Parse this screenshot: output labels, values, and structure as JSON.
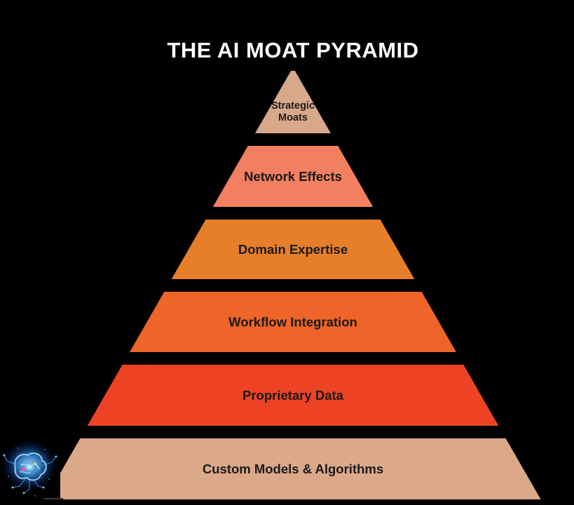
{
  "title": "THE AI MOAT PYRAMID",
  "tiers": [
    {
      "label_lines": [
        "Strategic",
        "Moats"
      ],
      "color": "#D8A88A"
    },
    {
      "label_lines": [
        "Network Effects"
      ],
      "color": "#F28060"
    },
    {
      "label_lines": [
        "Domain Expertise"
      ],
      "color": "#E67E2A"
    },
    {
      "label_lines": [
        "Workflow Integration"
      ],
      "color": "#EF6428"
    },
    {
      "label_lines": [
        "Proprietary Data"
      ],
      "color": "#EE4225"
    },
    {
      "label_lines": [
        "Custom Models & Algorithms"
      ],
      "color": "#DBA88A"
    }
  ],
  "logo": {
    "icon": "glowing-brain-circuit-icon",
    "glow_color": "#3FA9FF"
  },
  "colors": {
    "background": "#000000",
    "title": "#FFFFFF",
    "label": "#1A1A1A"
  }
}
